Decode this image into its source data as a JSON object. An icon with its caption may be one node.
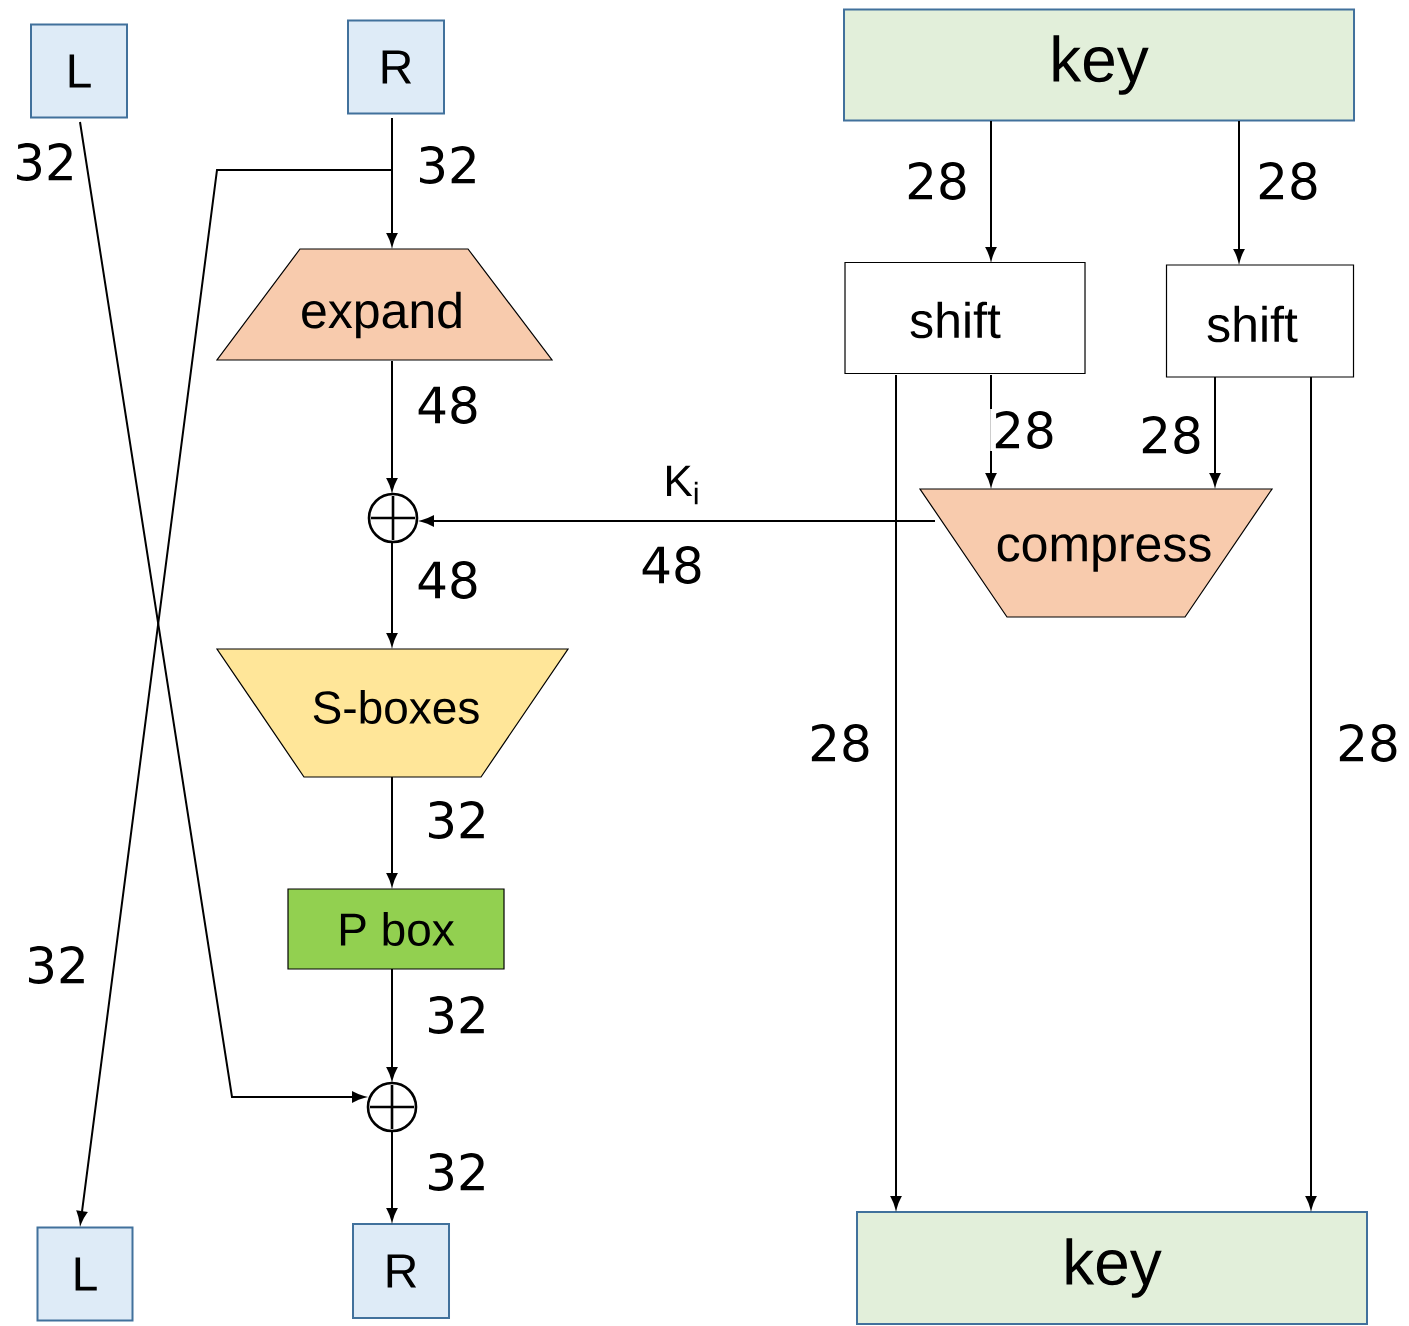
{
  "diagram": {
    "nodes": [
      {
        "text": [
          "L"
        ]
      },
      {
        "text": [
          "R"
        ]
      },
      {
        "text": [
          "key"
        ]
      },
      {
        "text": [
          "expand"
        ]
      },
      {
        "text": [
          "shift"
        ]
      },
      {
        "text": [
          "shift"
        ]
      },
      {
        "text": [],
        "shape": "circle"
      },
      {
        "text": [
          "compress"
        ]
      },
      {
        "text": [
          "S-boxes"
        ]
      },
      {
        "text": [
          "P box"
        ]
      },
      {
        "text": [],
        "shape": "circle"
      },
      {
        "text": [
          "L"
        ]
      },
      {
        "text": [
          "R"
        ]
      },
      {
        "text": [
          "key"
        ]
      }
    ],
    "edges": [
      {
        "from": 0,
        "to": 10,
        "label": "32",
        "arrow": "to"
      },
      {
        "from": 1,
        "to": 3,
        "label": "32",
        "arrow": "to"
      },
      {
        "from": 1,
        "to": 11,
        "label": "32",
        "arrow": "to"
      },
      {
        "from": 3,
        "to": 6,
        "label": "48",
        "arrow": "to"
      },
      {
        "from": 7,
        "to": 6,
        "label": "48",
        "arrow": "to"
      },
      {
        "from": 6,
        "to": 8,
        "label": "48",
        "arrow": "to"
      },
      {
        "from": 8,
        "to": 9,
        "label": "32",
        "arrow": "to"
      },
      {
        "from": 9,
        "to": 10,
        "label": "32",
        "arrow": "to"
      },
      {
        "from": 10,
        "to": 12,
        "label": "32",
        "arrow": "to"
      },
      {
        "from": 2,
        "to": 4,
        "label": "28",
        "arrow": "to"
      },
      {
        "from": 2,
        "to": 5,
        "label": "28",
        "arrow": "to"
      },
      {
        "from": 4,
        "to": 7,
        "label": "28",
        "arrow": "to"
      },
      {
        "from": 5,
        "to": 7,
        "label": "28",
        "arrow": "to"
      },
      {
        "from": 4,
        "to": 13,
        "label": "28",
        "arrow": "to"
      },
      {
        "from": 5,
        "to": 13,
        "label": "28",
        "arrow": "to"
      }
    ],
    "labels": [
      "K$_{i}$"
    ]
  }
}
